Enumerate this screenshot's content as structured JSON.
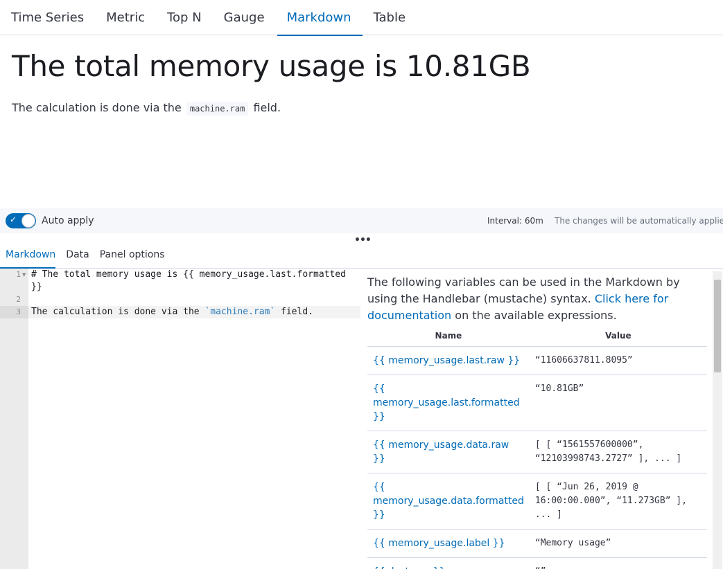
{
  "top_tabs": [
    "Time Series",
    "Metric",
    "Top N",
    "Gauge",
    "Markdown",
    "Table"
  ],
  "active_top_tab": "Markdown",
  "preview": {
    "heading": "The total memory usage is 10.81GB",
    "para_before": "The calculation is done via the",
    "para_code": "machine.ram",
    "para_after": "field."
  },
  "toolbar": {
    "auto_apply_label": "Auto apply",
    "auto_apply_on": true,
    "interval": "Interval: 60m",
    "applied_note": "The changes will be automatically applied.",
    "resize_handle": "•••"
  },
  "sub_tabs": [
    "Markdown",
    "Data",
    "Panel options"
  ],
  "active_sub_tab": "Markdown",
  "editor": {
    "line_numbers": [
      "1",
      "2",
      "3"
    ],
    "line1": "# The total memory usage is {{ memory_usage.last.formatted",
    "line1_wrap": "}}",
    "line3_before": "The calculation is done via the ",
    "line3_code": "`machine.ram`",
    "line3_after": " field."
  },
  "variables": {
    "intro_text": "The following variables can be used in the Markdown by using the Handlebar (mustache) syntax.",
    "doc_link": "Click here for documentation",
    "intro_end": "on the available expressions.",
    "col_name": "Name",
    "col_value": "Value",
    "rows": [
      {
        "name": "{{ memory_usage.last.raw }}",
        "value": "“11606637811.8095”"
      },
      {
        "name": "{{ memory_usage.last.formatted }}",
        "value": "“10.81GB”"
      },
      {
        "name": "{{ memory_usage.data.raw }}",
        "value": "[ [ “1561557600000”, “12103998743.2727” ], ... ]"
      },
      {
        "name": "{{ memory_usage.data.formatted }}",
        "value": "[ [ “Jun 26, 2019 @ 16:00:00.000”, “11.273GB” ], ... ]"
      },
      {
        "name": "{{ memory_usage.label }}",
        "value": "“Memory usage”"
      },
      {
        "name": "{{ .last.raw }}",
        "value": "“”"
      }
    ]
  },
  "colors": {
    "accent": "#006bb8",
    "text": "#343741"
  }
}
